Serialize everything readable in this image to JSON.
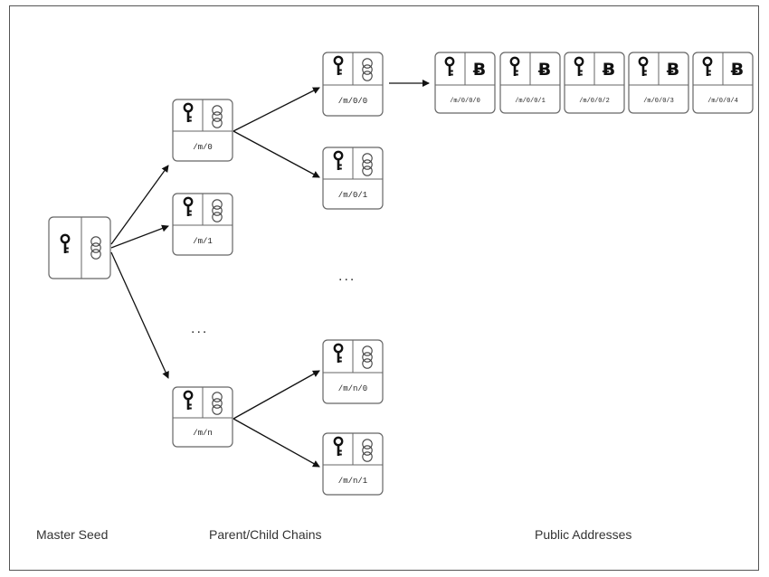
{
  "diagram": {
    "master": {
      "name": "master-seed-node"
    },
    "chains": [
      {
        "id": "m0",
        "path": "/m/0"
      },
      {
        "id": "m1",
        "path": "/m/1"
      },
      {
        "id": "mn",
        "path": "/m/n"
      }
    ],
    "children": [
      {
        "id": "m00",
        "path": "/m/0/0"
      },
      {
        "id": "m01",
        "path": "/m/0/1"
      },
      {
        "id": "mn0",
        "path": "/m/n/0"
      },
      {
        "id": "mn1",
        "path": "/m/n/1"
      }
    ],
    "addresses": [
      {
        "id": "a0",
        "path": "/m/0/0/0"
      },
      {
        "id": "a1",
        "path": "/m/0/0/1"
      },
      {
        "id": "a2",
        "path": "/m/0/0/2"
      },
      {
        "id": "a3",
        "path": "/m/0/0/3"
      },
      {
        "id": "a4",
        "path": "/m/0/0/4"
      }
    ],
    "ellipses": {
      "chains": "...",
      "children": "..."
    },
    "labels": {
      "master": "Master Seed",
      "chains": "Parent/Child Chains",
      "addresses": "Public Addresses"
    },
    "icons": {
      "key": "key-icon",
      "chain": "chain-link-icon",
      "bitcoin": "bitcoin-icon",
      "bitcoin_glyph": "Ƀ"
    },
    "colors": {
      "stroke": "#666666",
      "arrow": "#111111",
      "text": "#333333"
    }
  }
}
